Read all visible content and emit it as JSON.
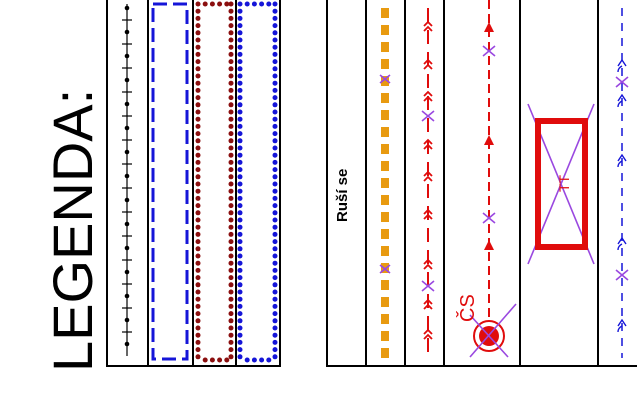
{
  "legend": {
    "title": "LEGENDA:",
    "cancel_label": "Ruší se",
    "cs_label": "ČS",
    "tt_label": "TT"
  },
  "colors": {
    "black": "#000000",
    "blue": "#1515d8",
    "dark_red": "#8b0f0f",
    "orange": "#e89a10",
    "red": "#e00c0c",
    "violet": "#9a48e0"
  },
  "icons": {
    "cancel_mark": "violet-x-cross",
    "station": "red-circle-station",
    "transformer": "red-rectangle-crossed"
  }
}
